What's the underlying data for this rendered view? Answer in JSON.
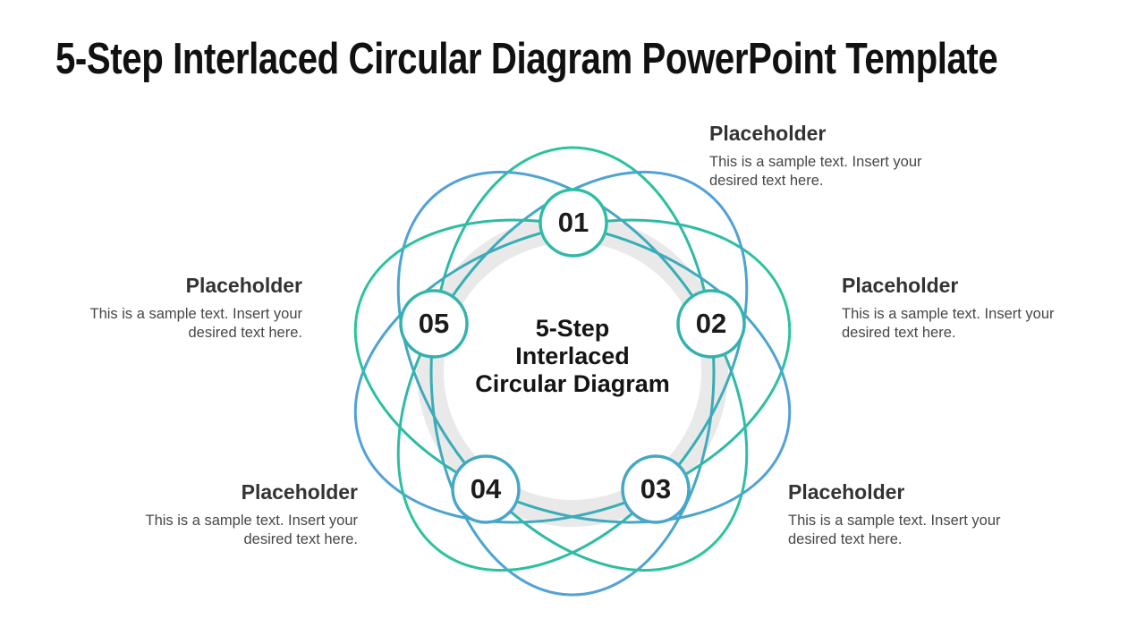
{
  "slide": {
    "title": "5-Step Interlaced Circular Diagram PowerPoint Template"
  },
  "diagram": {
    "center_label": {
      "line1": "5-Step",
      "line2": "Interlaced",
      "line3": "Circular Diagram"
    },
    "steps": [
      {
        "number": "01"
      },
      {
        "number": "02"
      },
      {
        "number": "03"
      },
      {
        "number": "04"
      },
      {
        "number": "05"
      }
    ],
    "colors": {
      "teal_top": "#2BC49C",
      "teal_mid": "#36AEB2",
      "blue_bottom": "#54A0DA",
      "ring_gray": "#E9E9E9",
      "node_fill": "#FFFFFF"
    }
  },
  "placeholders": [
    {
      "position": "top-right",
      "heading": "Placeholder",
      "body": "This is a sample text. Insert your desired text here."
    },
    {
      "position": "right",
      "heading": "Placeholder",
      "body": "This is a sample text. Insert your desired text here."
    },
    {
      "position": "bottom-right",
      "heading": "Placeholder",
      "body": "This is a sample text. Insert your desired text here."
    },
    {
      "position": "bottom-left",
      "heading": "Placeholder",
      "body": "This is a sample text. Insert your desired text here."
    },
    {
      "position": "left",
      "heading": "Placeholder",
      "body": "This is a sample text. Insert your desired text here."
    }
  ]
}
